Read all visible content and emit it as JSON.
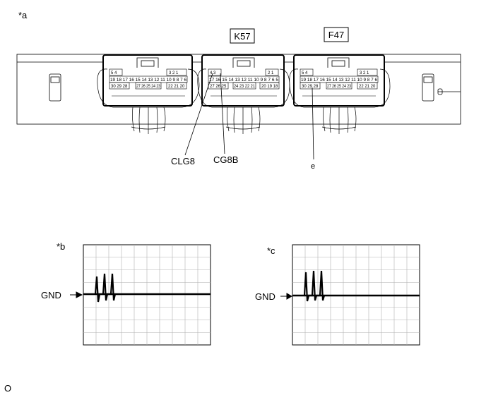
{
  "figure": {
    "panel_a_label": "*a",
    "panel_b_label": "*b",
    "panel_c_label": "*c",
    "corner_code": "O"
  },
  "connectors": [
    {
      "id": "left",
      "name": "",
      "top_row_left": "5 4",
      "top_row_right": "3 2 1",
      "mid_row": "19 18 17 16 15 14 13 12 11 10 9 8 7 6",
      "bottom_row_left": "30 29 28",
      "bottom_row_mid": "27 26 25 24 23",
      "bottom_row_right": "22 21 20"
    },
    {
      "id": "middle",
      "name": "K57",
      "top_row_left": "4 3",
      "top_row_right": "2 1",
      "mid_row": "17 16 15 14 13 12 11 10 9 8 7 6 5",
      "bottom_row_left": "27 26 25",
      "bottom_row_mid": "24 23 22 21",
      "bottom_row_right": "20 19 18"
    },
    {
      "id": "right",
      "name": "F47",
      "top_row_left": "5 4",
      "top_row_right": "3 2 1",
      "mid_row": "19 18 17 16 15 14 13 12 11 10 9 8 7 6",
      "bottom_row_left": "30 29 28",
      "bottom_row_mid": "27 26 25 24 23",
      "bottom_row_right": "22 21 20"
    }
  ],
  "callouts": {
    "clg8": "CLG8",
    "cg8b": "CG8B",
    "e": "e"
  },
  "waveforms": {
    "b_gnd": "GND",
    "c_gnd": "GND",
    "grid_cols": 10,
    "grid_rows": 8,
    "pulse_count": 3
  },
  "colors": {
    "line": "#000000",
    "grid": "#b0b0b0",
    "background": "#ffffff"
  }
}
